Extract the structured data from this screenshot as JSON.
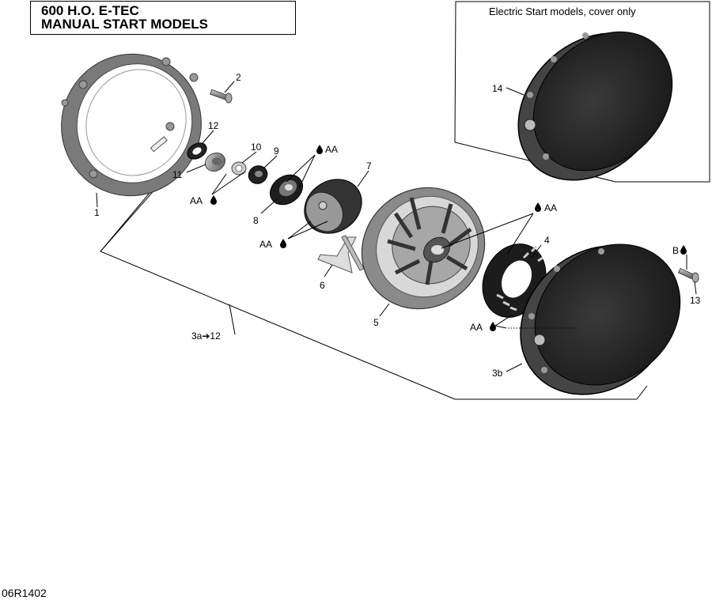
{
  "title": {
    "line1": "600 H.O. E-TEC",
    "line2": "MANUAL START MODELS"
  },
  "inset": {
    "caption": "Electric Start models, cover only"
  },
  "diagram_code": "06R1402",
  "callouts": {
    "c1": "1",
    "c2": "2",
    "c3a": "3a➔12",
    "c3b": "3b",
    "c4": "4",
    "c5": "5",
    "c6": "6",
    "c7": "7",
    "c8": "8",
    "c9": "9",
    "c10": "10",
    "c11": "11",
    "c12": "12",
    "c13": "13",
    "c14": "14"
  },
  "lubricant_marks": {
    "aa_top": "AA",
    "aa_left": "AA",
    "aa_mid": "AA",
    "aa_right_top": "AA",
    "aa_right_bottom": "AA",
    "b": "B"
  },
  "colors": {
    "part_dark": "#2b2b2b",
    "part_mid": "#6f6f6f",
    "part_light": "#b5b5b5",
    "line": "#000000"
  }
}
